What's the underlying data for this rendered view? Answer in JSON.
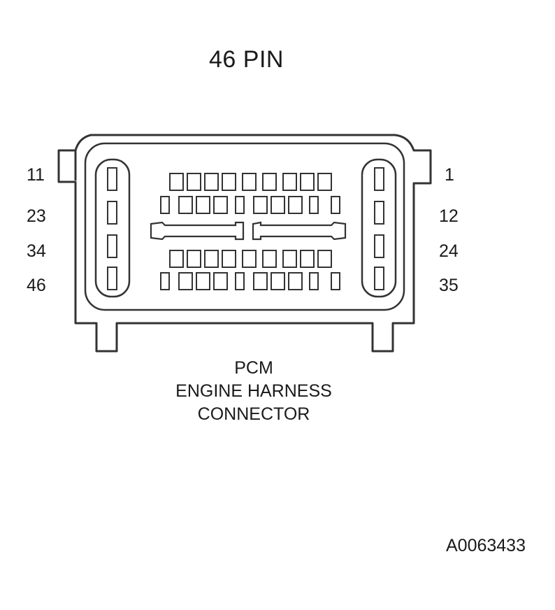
{
  "diagram": {
    "title": "46 PIN",
    "left_pin_labels": [
      "11",
      "23",
      "34",
      "46"
    ],
    "right_pin_labels": [
      "1",
      "12",
      "24",
      "35"
    ],
    "caption": [
      "PCM",
      "ENGINE HARNESS",
      "CONNECTOR"
    ],
    "figure_id": "A0063433"
  }
}
